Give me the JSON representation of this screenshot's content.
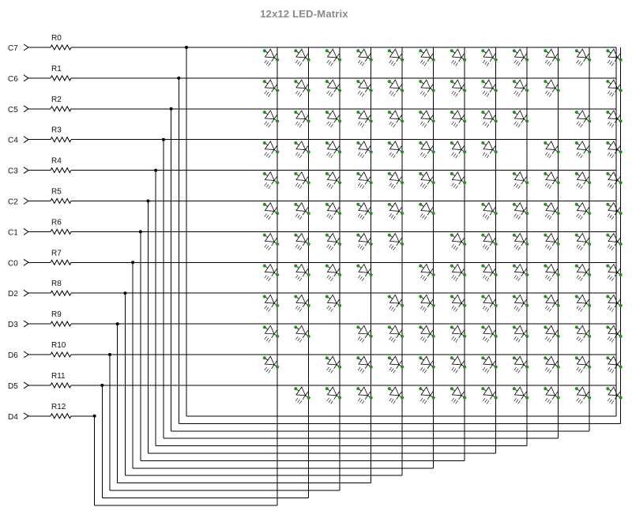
{
  "title": "12x12 LED-Matrix",
  "rows": [
    {
      "input": "C7",
      "resistor": "R0"
    },
    {
      "input": "C6",
      "resistor": "R1"
    },
    {
      "input": "C5",
      "resistor": "R2"
    },
    {
      "input": "C4",
      "resistor": "R3"
    },
    {
      "input": "C3",
      "resistor": "R4"
    },
    {
      "input": "C2",
      "resistor": "R5"
    },
    {
      "input": "C1",
      "resistor": "R6"
    },
    {
      "input": "C0",
      "resistor": "R7"
    },
    {
      "input": "D2",
      "resistor": "R8"
    },
    {
      "input": "D3",
      "resistor": "R9"
    },
    {
      "input": "D6",
      "resistor": "R10"
    },
    {
      "input": "D5",
      "resistor": "R11"
    },
    {
      "input": "D4",
      "resistor": "R12"
    }
  ],
  "matrix": {
    "led_rows": 12,
    "led_columns": 12
  },
  "colors": {
    "led_terminal": "#1f8f1f",
    "wire": "#000000",
    "title": "#8a8a8a"
  }
}
